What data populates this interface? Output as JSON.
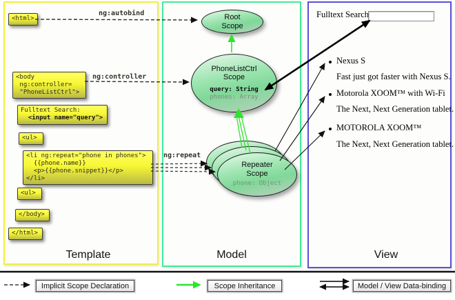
{
  "colors": {
    "template_border": "#f2ef3a",
    "model_border": "#43ea96",
    "view_border": "#5a50db",
    "code_box_yellow": "#f7f734",
    "scope_green": "#7fd898",
    "inheritance_green": "#2ce52c"
  },
  "panels": {
    "template_label": "Template",
    "model_label": "Model",
    "view_label": "View"
  },
  "template": {
    "boxes": {
      "html_open": {
        "lines": [
          "<html>"
        ]
      },
      "body_open": {
        "lines": [
          "<body",
          " ng:controller=",
          " \"PhoneListCtrl\">"
        ]
      },
      "fulltext": {
        "lines": [
          "Fulltext Search:",
          "  <input name=\"query\">"
        ]
      },
      "ul_open": {
        "lines": [
          "<ul>"
        ]
      },
      "li_repeat": {
        "lines": [
          "<li ng:repeat=\"phone in phones\">",
          "  {{phone.name}}",
          "  <p>{{phone.snippet}}</p>",
          "</li>"
        ]
      },
      "ul_second": {
        "lines": [
          "<ul>"
        ]
      },
      "body_close": {
        "lines": [
          "</body>"
        ]
      },
      "html_close": {
        "lines": [
          "</html>"
        ]
      }
    }
  },
  "edges": {
    "autobind": "ng:autobind",
    "controller": "ng:controller",
    "repeat": "ng:repeat"
  },
  "model": {
    "root_scope": {
      "name_line1": "Root",
      "name_line2": "Scope"
    },
    "phonelist_scope": {
      "name_line1": "PhoneListCtrl",
      "name_line2": "Scope",
      "prop_query": "query: String",
      "prop_phones": "phones: Array"
    },
    "repeater_scope": {
      "name_line1": "Repeater",
      "name_line2": "Scope",
      "prop_phone": "phone: Object"
    }
  },
  "view": {
    "search_label": "Fulltext Search:",
    "search_value": "",
    "items": [
      {
        "title": "Nexus S",
        "snippet": "Fast just got faster with Nexus S."
      },
      {
        "title": "Motorola XOOM™  with Wi-Fi",
        "snippet": "The Next, Next Generation tablet."
      },
      {
        "title": "MOTOROLA XOOM™",
        "snippet": "The Next, Next Generation tablet."
      }
    ]
  },
  "legend": {
    "implicit": "Implicit Scope Declaration",
    "inheritance": "Scope Inheritance",
    "binding": "Model / View Data-binding"
  }
}
